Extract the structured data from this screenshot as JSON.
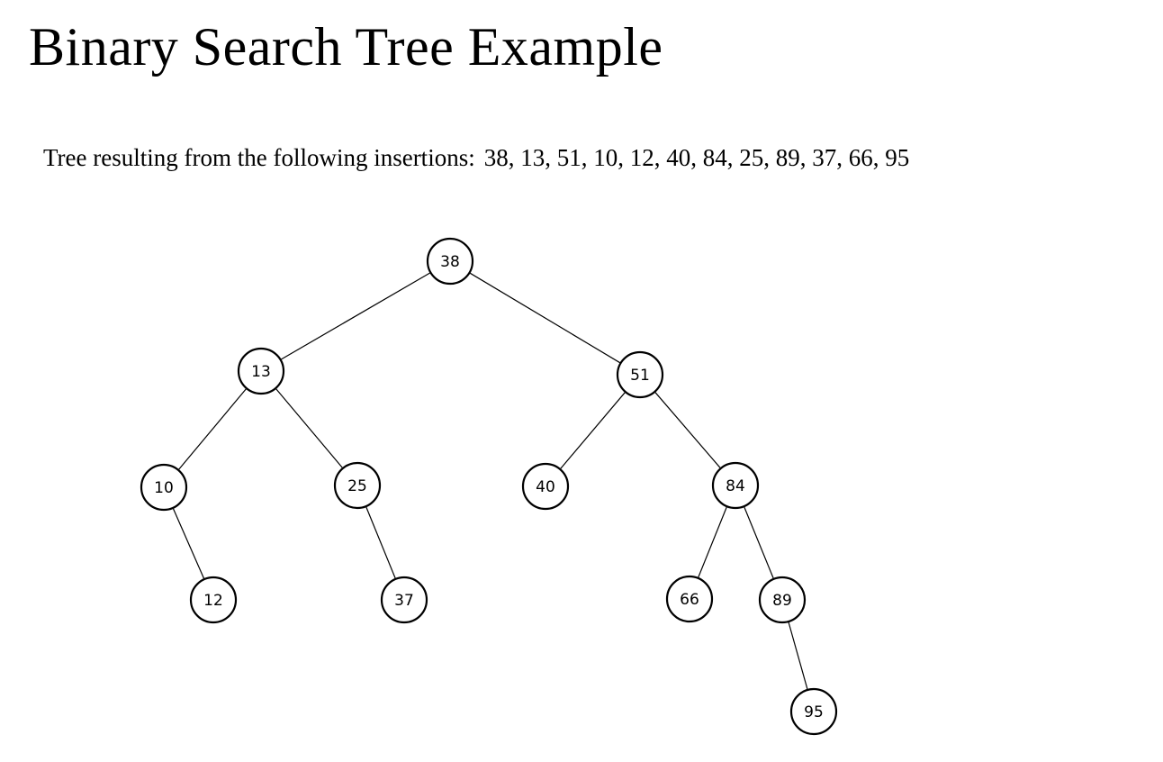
{
  "title": "Binary Search Tree Example",
  "caption": {
    "label": "Tree resulting from the following insertions:",
    "insertions": "38, 13, 51, 10, 12, 40, 84, 25, 89, 37, 66, 95"
  },
  "tree": {
    "nodes": [
      {
        "id": "38",
        "label": "38"
      },
      {
        "id": "13",
        "label": "13"
      },
      {
        "id": "51",
        "label": "51"
      },
      {
        "id": "10",
        "label": "10"
      },
      {
        "id": "25",
        "label": "25"
      },
      {
        "id": "40",
        "label": "40"
      },
      {
        "id": "84",
        "label": "84"
      },
      {
        "id": "12",
        "label": "12"
      },
      {
        "id": "37",
        "label": "37"
      },
      {
        "id": "66",
        "label": "66"
      },
      {
        "id": "89",
        "label": "89"
      },
      {
        "id": "95",
        "label": "95"
      }
    ],
    "edges": [
      [
        "38",
        "13"
      ],
      [
        "38",
        "51"
      ],
      [
        "13",
        "10"
      ],
      [
        "13",
        "25"
      ],
      [
        "51",
        "40"
      ],
      [
        "51",
        "84"
      ],
      [
        "10",
        "12"
      ],
      [
        "25",
        "37"
      ],
      [
        "84",
        "66"
      ],
      [
        "84",
        "89"
      ],
      [
        "89",
        "95"
      ]
    ]
  }
}
